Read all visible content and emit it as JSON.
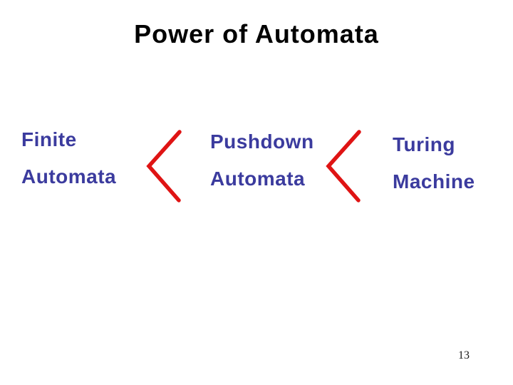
{
  "slide": {
    "title": "Power of Automata",
    "page_number": "13",
    "stages": [
      {
        "line1": "Finite",
        "line2": "Automata"
      },
      {
        "line1": "Pushdown",
        "line2": "Automata"
      },
      {
        "line1": "Turing",
        "line2": "Machine"
      }
    ],
    "separator_symbol": "less-than",
    "colors": {
      "background": "#ffffff",
      "title_text": "#000000",
      "stage_text": "#3b3b9e",
      "chevron": "#df1414",
      "page_number": "#1a1a1a"
    }
  }
}
